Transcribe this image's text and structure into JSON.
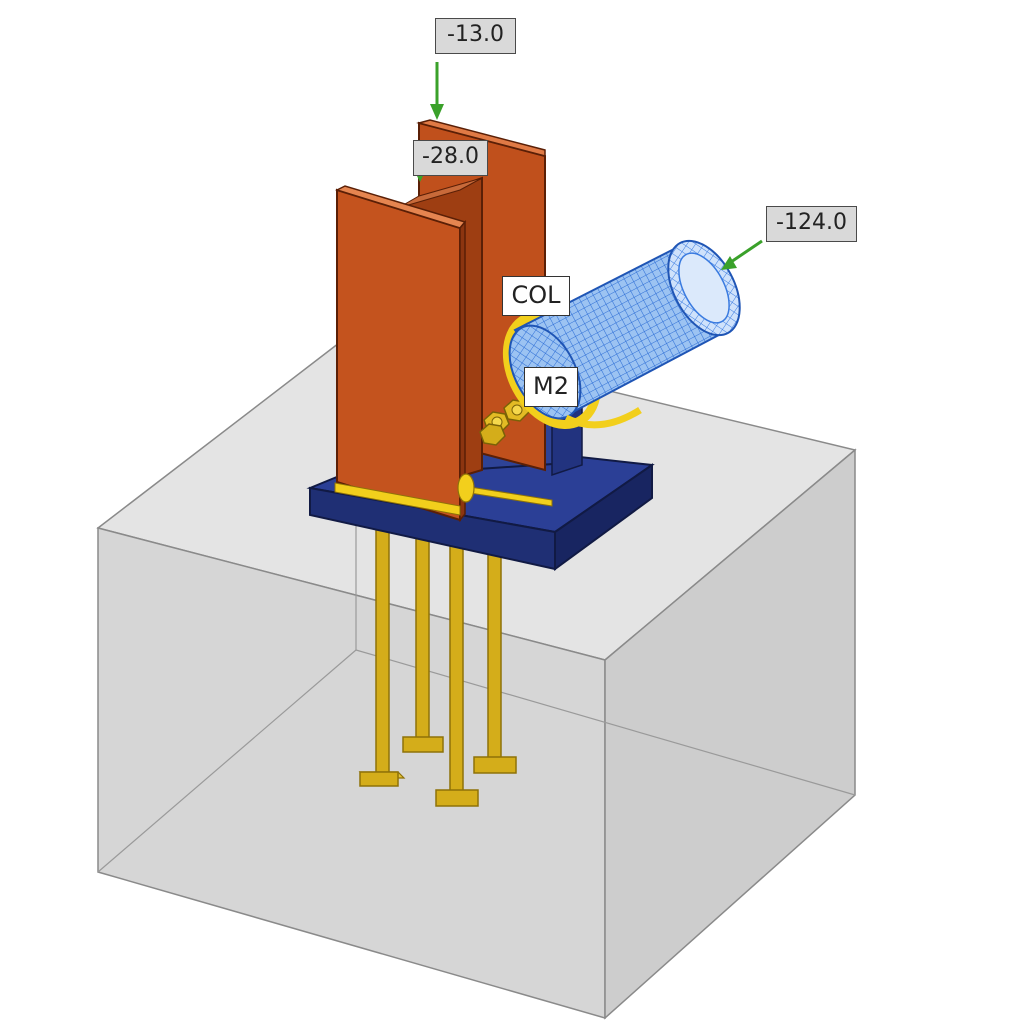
{
  "loads": {
    "axial_top": "-13.0",
    "axial_column": "-28.0",
    "brace": "-124.0"
  },
  "labels": {
    "column": "COL",
    "member": "M2"
  },
  "colors": {
    "column_steel": "#c0501c",
    "base_plate": "#26388a",
    "anchor_bolts": "#d4ad1a",
    "brace_mesh": "#3b7fe0",
    "concrete": "#d8d8d8",
    "load_arrow": "#3aa12a"
  }
}
